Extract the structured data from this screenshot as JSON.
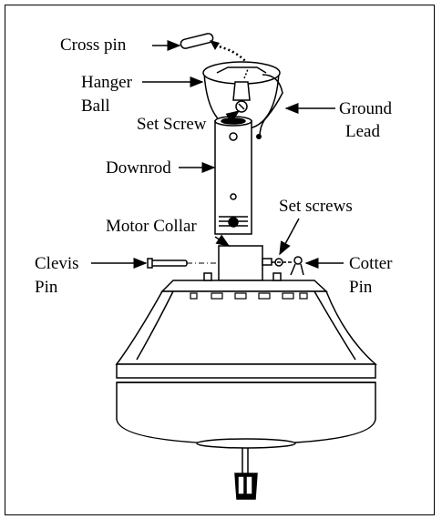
{
  "diagram": {
    "labels": {
      "cross_pin": "Cross pin",
      "hanger": "Hanger",
      "ball": "Ball",
      "set_screw": "Set Screw",
      "ground": "Ground",
      "lead": "Lead",
      "downrod": "Downrod",
      "set_screws": "Set  screws",
      "motor_collar": "Motor Collar",
      "clevis": "Clevis",
      "clevis_pin_word": "Pin",
      "cotter": "Cotter",
      "cotter_pin_word": "Pin"
    },
    "colors": {
      "line": "#000000",
      "fill": "#ffffff"
    }
  }
}
